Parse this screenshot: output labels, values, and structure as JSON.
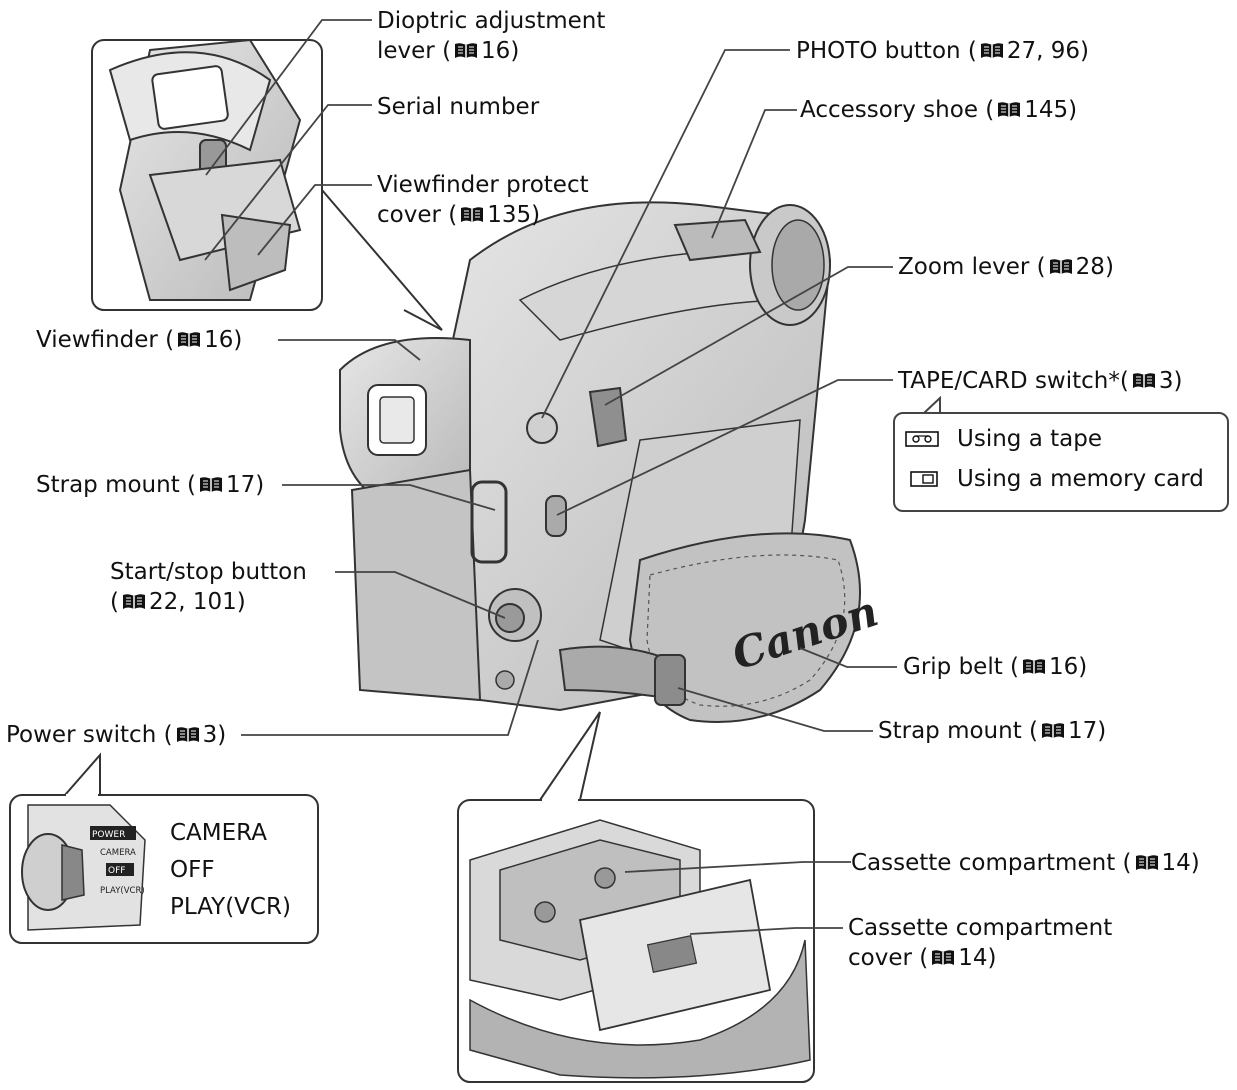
{
  "labels": {
    "dioptric": {
      "line1": "Dioptric adjustment",
      "line2_text": "lever (",
      "line2_ref": "16)"
    },
    "serial": "Serial number",
    "vf_protect": {
      "line1": "Viewfinder protect",
      "line2_text": "cover (",
      "line2_ref": "135)"
    },
    "viewfinder": {
      "text": "Viewfinder (",
      "ref": "16)"
    },
    "strap_left": {
      "text": "Strap mount (",
      "ref": "17)"
    },
    "startstop": {
      "line1": "Start/stop button",
      "line2_open": "(",
      "line2_ref": "22, 101)"
    },
    "power": {
      "text": "Power switch (",
      "ref": "3)"
    },
    "photo": {
      "text": "PHOTO button (",
      "ref": "27, 96)"
    },
    "accessory": {
      "text": "Accessory shoe (",
      "ref": "145)"
    },
    "zoom": {
      "text": "Zoom lever (",
      "ref": "28)"
    },
    "tapecard": {
      "text": "TAPE/CARD switch*(",
      "ref": "3)"
    },
    "grip": {
      "text": "Grip belt (",
      "ref": "16)"
    },
    "strap_right": {
      "text": "Strap mount (",
      "ref": "17)"
    },
    "cassette": {
      "text": "Cassette compartment (",
      "ref": "14)"
    },
    "cassette_cover": {
      "line1": "Cassette compartment",
      "line2_text": "cover (",
      "line2_ref": "14)"
    }
  },
  "tape_card_legend": {
    "tape": "Using a tape",
    "card": "Using a memory card"
  },
  "power_positions": [
    "CAMERA",
    "OFF",
    "PLAY(VCR)"
  ],
  "dial_marks": [
    "POWER",
    "CAMERA",
    "OFF",
    "PLAY(VCR)"
  ],
  "brand": "Canon",
  "icons": {
    "page_ref": "book-icon",
    "tape": "cassette-icon",
    "card": "memory-card-icon"
  }
}
